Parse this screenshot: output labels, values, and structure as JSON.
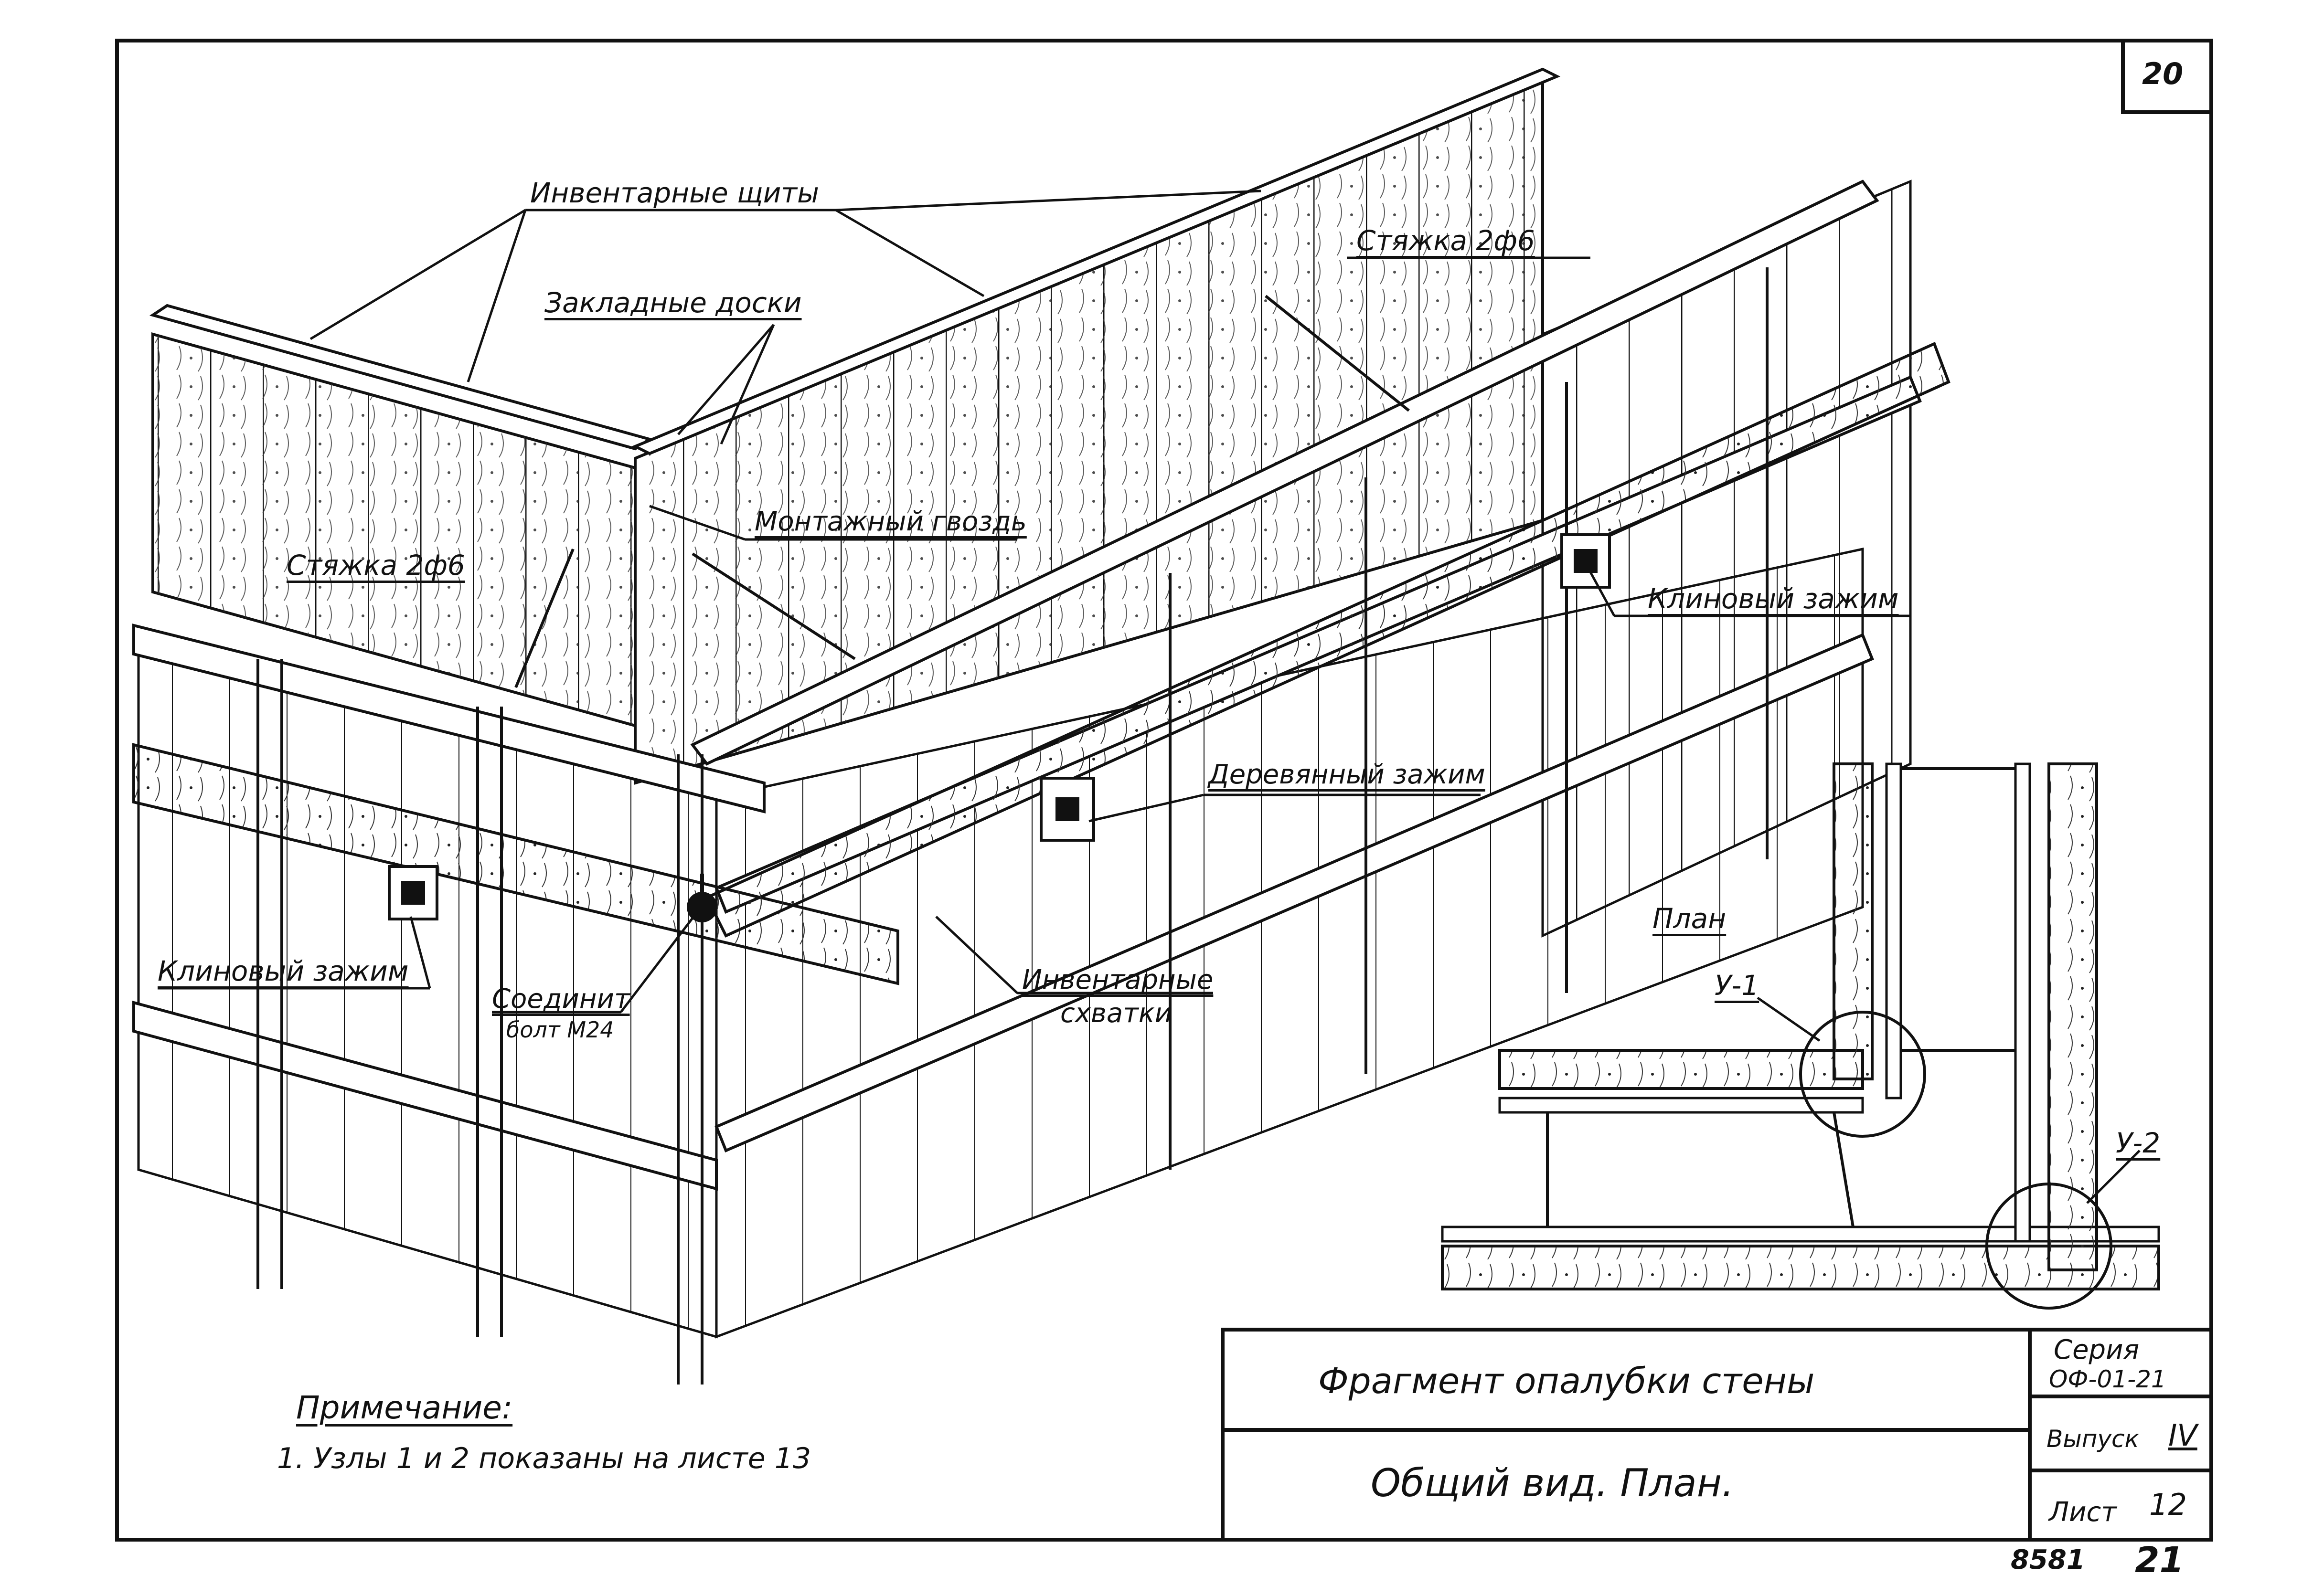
{
  "sheet_number": "20",
  "labels": {
    "inventory_panels": "Инвентарные щиты",
    "embedded_boards": "Закладные доски",
    "tie_top": "Стяжка 2ф6",
    "tie_left": "Стяжка 2ф6",
    "mounting_nail": "Монтажный гвоздь",
    "wedge_clamp_right": "Клиновый зажим",
    "wooden_clamp": "Деревянный зажим",
    "wedge_clamp_left": "Клиновый зажим",
    "connecting_bolt_line1": "Соединит",
    "connecting_bolt_line2": "болт М24",
    "inventory_clamps_line1": "Инвентарные",
    "inventory_clamps_line2": "схватки"
  },
  "plan": {
    "title": "План",
    "node_1": "У-1",
    "node_2": "У-2"
  },
  "note": {
    "title": "Примечание:",
    "item_1": "1. Узлы 1 и 2 показаны на листе 13"
  },
  "title_block": {
    "title_top": "Фрагмент опалубки стены",
    "title_bottom": "Общий вид. План.",
    "series_label": "Серия",
    "series_value": "ОФ-01-21",
    "issue_label": "Выпуск",
    "issue_value": "IV",
    "sheet_label": "Лист",
    "sheet_value": "12"
  },
  "footer": {
    "archive_number": "8581",
    "page": "21"
  }
}
